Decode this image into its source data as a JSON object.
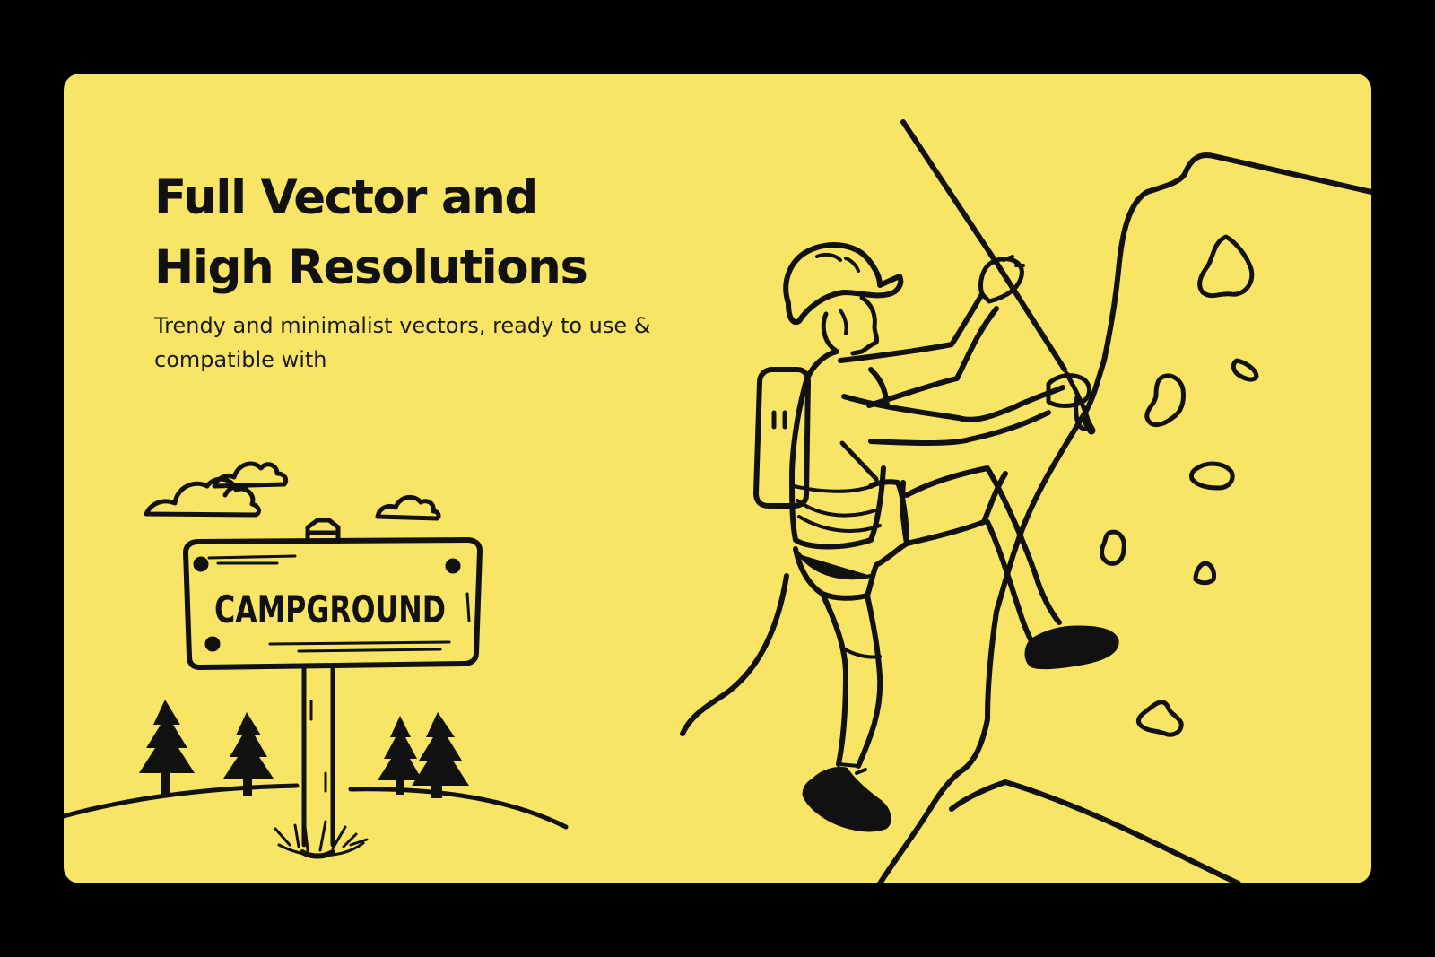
{
  "colors": {
    "background": "#000000",
    "card": "#F8E566",
    "ink": "#111111"
  },
  "headline": {
    "line1": "Full Vector and",
    "line2": "High Resolutions"
  },
  "subtitle": "Trendy and minimalist vectors, ready to use & compatible with",
  "illustration": {
    "sign_text": "CAMPGROUND",
    "scene": "campground-sign-and-rock-climber"
  }
}
